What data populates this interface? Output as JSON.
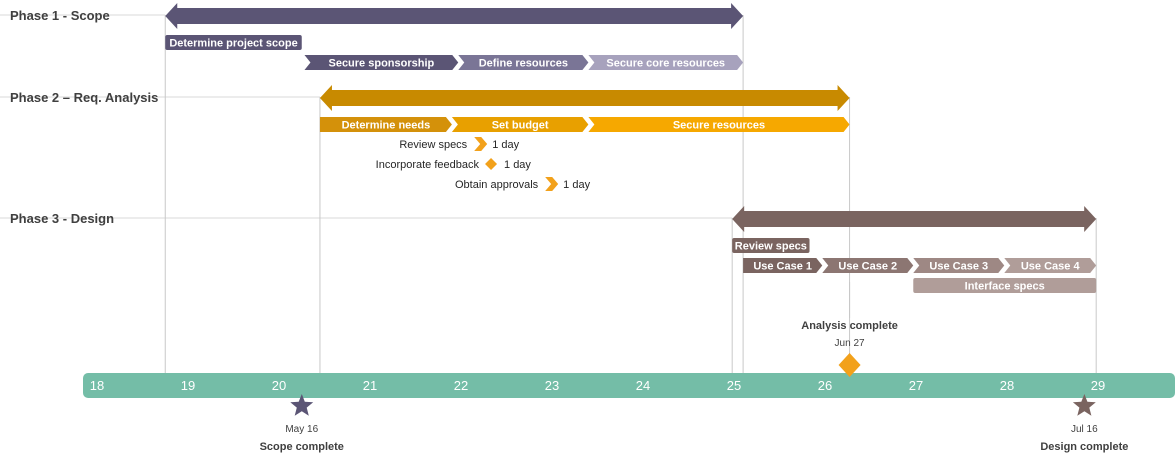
{
  "chart_data": {
    "type": "gantt",
    "x_axis": {
      "ticks": [
        "18",
        "19",
        "20",
        "21",
        "22",
        "23",
        "24",
        "25",
        "26",
        "27",
        "28",
        "29"
      ],
      "color": "#74bda7"
    },
    "phases": [
      {
        "title": "Phase 1 - Scope",
        "color": "#5b5575",
        "start": 18.75,
        "end": 25.1,
        "tasks": [
          {
            "label": "Determine project scope",
            "start": 18.75,
            "end": 20.25,
            "row": 1,
            "style": "box",
            "color": "#5b5575"
          },
          {
            "label": "Secure sponsorship",
            "start": 20.28,
            "end": 21.97,
            "row": 2,
            "style": "chevron",
            "color": "#5b5575"
          },
          {
            "label": "Define resources",
            "start": 21.97,
            "end": 23.4,
            "row": 2,
            "style": "chevron",
            "color": "#7a7596"
          },
          {
            "label": "Secure core resources",
            "start": 23.4,
            "end": 25.1,
            "row": 2,
            "style": "chevron",
            "color": "#a7a2bd"
          }
        ],
        "milestones": []
      },
      {
        "title": "Phase 2 – Req. Analysis",
        "color": "#c88a00",
        "start": 20.45,
        "end": 26.27,
        "tasks": [
          {
            "label": "Determine needs",
            "start": 20.45,
            "end": 21.9,
            "row": 1,
            "style": "chevron",
            "color": "#d4910a"
          },
          {
            "label": "Set budget",
            "start": 21.9,
            "end": 23.4,
            "row": 1,
            "style": "chevron",
            "color": "#e8a000"
          },
          {
            "label": "Secure resources",
            "start": 23.4,
            "end": 26.27,
            "row": 1,
            "style": "chevron",
            "color": "#f6a800"
          }
        ],
        "milestones": [
          {
            "label": "Review specs",
            "duration": "1 day",
            "x": 22.2,
            "row": 2,
            "shape": "chevron",
            "color": "#f2a11b"
          },
          {
            "label": "Incorporate feedback",
            "duration": "1 day",
            "x": 22.33,
            "row": 3,
            "shape": "diamond",
            "color": "#f2a11b"
          },
          {
            "label": "Obtain approvals",
            "duration": "1 day",
            "x": 22.98,
            "row": 4,
            "shape": "chevron",
            "color": "#f2a11b"
          }
        ]
      },
      {
        "title": "Phase 3 - Design",
        "color": "#7a6460",
        "start": 24.98,
        "end": 28.98,
        "tasks": [
          {
            "label": "Review specs",
            "start": 24.98,
            "end": 25.83,
            "row": 1,
            "style": "box",
            "color": "#7a6460"
          },
          {
            "label": "Use Case 1",
            "start": 25.1,
            "end": 25.97,
            "row": 2,
            "style": "chevron",
            "color": "#7a6460"
          },
          {
            "label": "Use Case 2",
            "start": 25.97,
            "end": 26.97,
            "row": 2,
            "style": "chevron",
            "color": "#8c7672"
          },
          {
            "label": "Use Case 3",
            "start": 26.97,
            "end": 27.97,
            "row": 2,
            "style": "chevron",
            "color": "#9e8884"
          },
          {
            "label": "Use Case 4",
            "start": 27.97,
            "end": 28.98,
            "row": 2,
            "style": "chevron",
            "color": "#b09d99"
          },
          {
            "label": "Interface specs",
            "start": 26.97,
            "end": 28.98,
            "row": 3,
            "style": "box",
            "color": "#b09d99"
          }
        ],
        "milestones": []
      }
    ],
    "key_milestones": [
      {
        "title": "Analysis complete",
        "date": "Jun 27",
        "x": 26.27,
        "position": "above",
        "shape": "diamond",
        "color": "#f2a11b"
      },
      {
        "title": "Scope complete",
        "date": "May 16",
        "x": 20.25,
        "position": "below",
        "shape": "star",
        "color": "#5b5575"
      },
      {
        "title": "Design complete",
        "date": "Jul 16",
        "x": 28.85,
        "position": "below",
        "shape": "star",
        "color": "#7a6460"
      }
    ]
  }
}
